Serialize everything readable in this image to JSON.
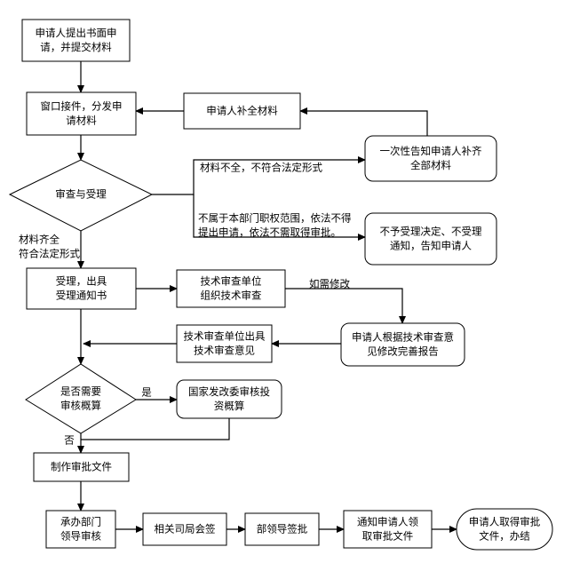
{
  "nodes": {
    "submit": [
      "申请人提出书面申",
      "请，并提交材料"
    ],
    "window": [
      "窗口接件，分发申",
      "请材料"
    ],
    "supplement": [
      "申请人补全材料"
    ],
    "notify_all": [
      "一次性告知申请人补齐",
      "全部材料"
    ],
    "review": [
      "审查与受理"
    ],
    "reject": [
      "不予受理决定、不受理",
      "通知，告知申请人"
    ],
    "accept": [
      "受理，出具",
      "受理通知书"
    ],
    "tech_org": [
      "技术审查单位",
      "组织技术审查"
    ],
    "tech_opinion": [
      "技术审查单位出具",
      "技术审查意见"
    ],
    "applicant_revise": [
      "申请人根据技术审查意",
      "见修改完善报告"
    ],
    "need_budget": [
      "是否需要",
      "审核概算"
    ],
    "ndrc_budget": [
      "国家发改委审核投",
      "资概算"
    ],
    "make_doc": [
      "制作审批文件"
    ],
    "dept_review": [
      "承办部门",
      "领导审核"
    ],
    "countersign": [
      "相关司局会签"
    ],
    "leader_sign": [
      "部领导签批"
    ],
    "notify_collect": [
      "通知申请人领",
      "取审批文件"
    ],
    "complete": [
      "申请人取得审批",
      "文件，办结"
    ]
  },
  "labels": {
    "incomplete": [
      "材料不全，不符合法定形式"
    ],
    "out_of_scope": [
      "不属于本部门职权范围，依法不得",
      "提出申请，依法不需取得审批。"
    ],
    "complete_ok": [
      "材料齐全",
      "符合法定形式"
    ],
    "revise_if_needed": [
      "如需修改"
    ],
    "yes": [
      "是"
    ],
    "no": [
      "否"
    ]
  }
}
